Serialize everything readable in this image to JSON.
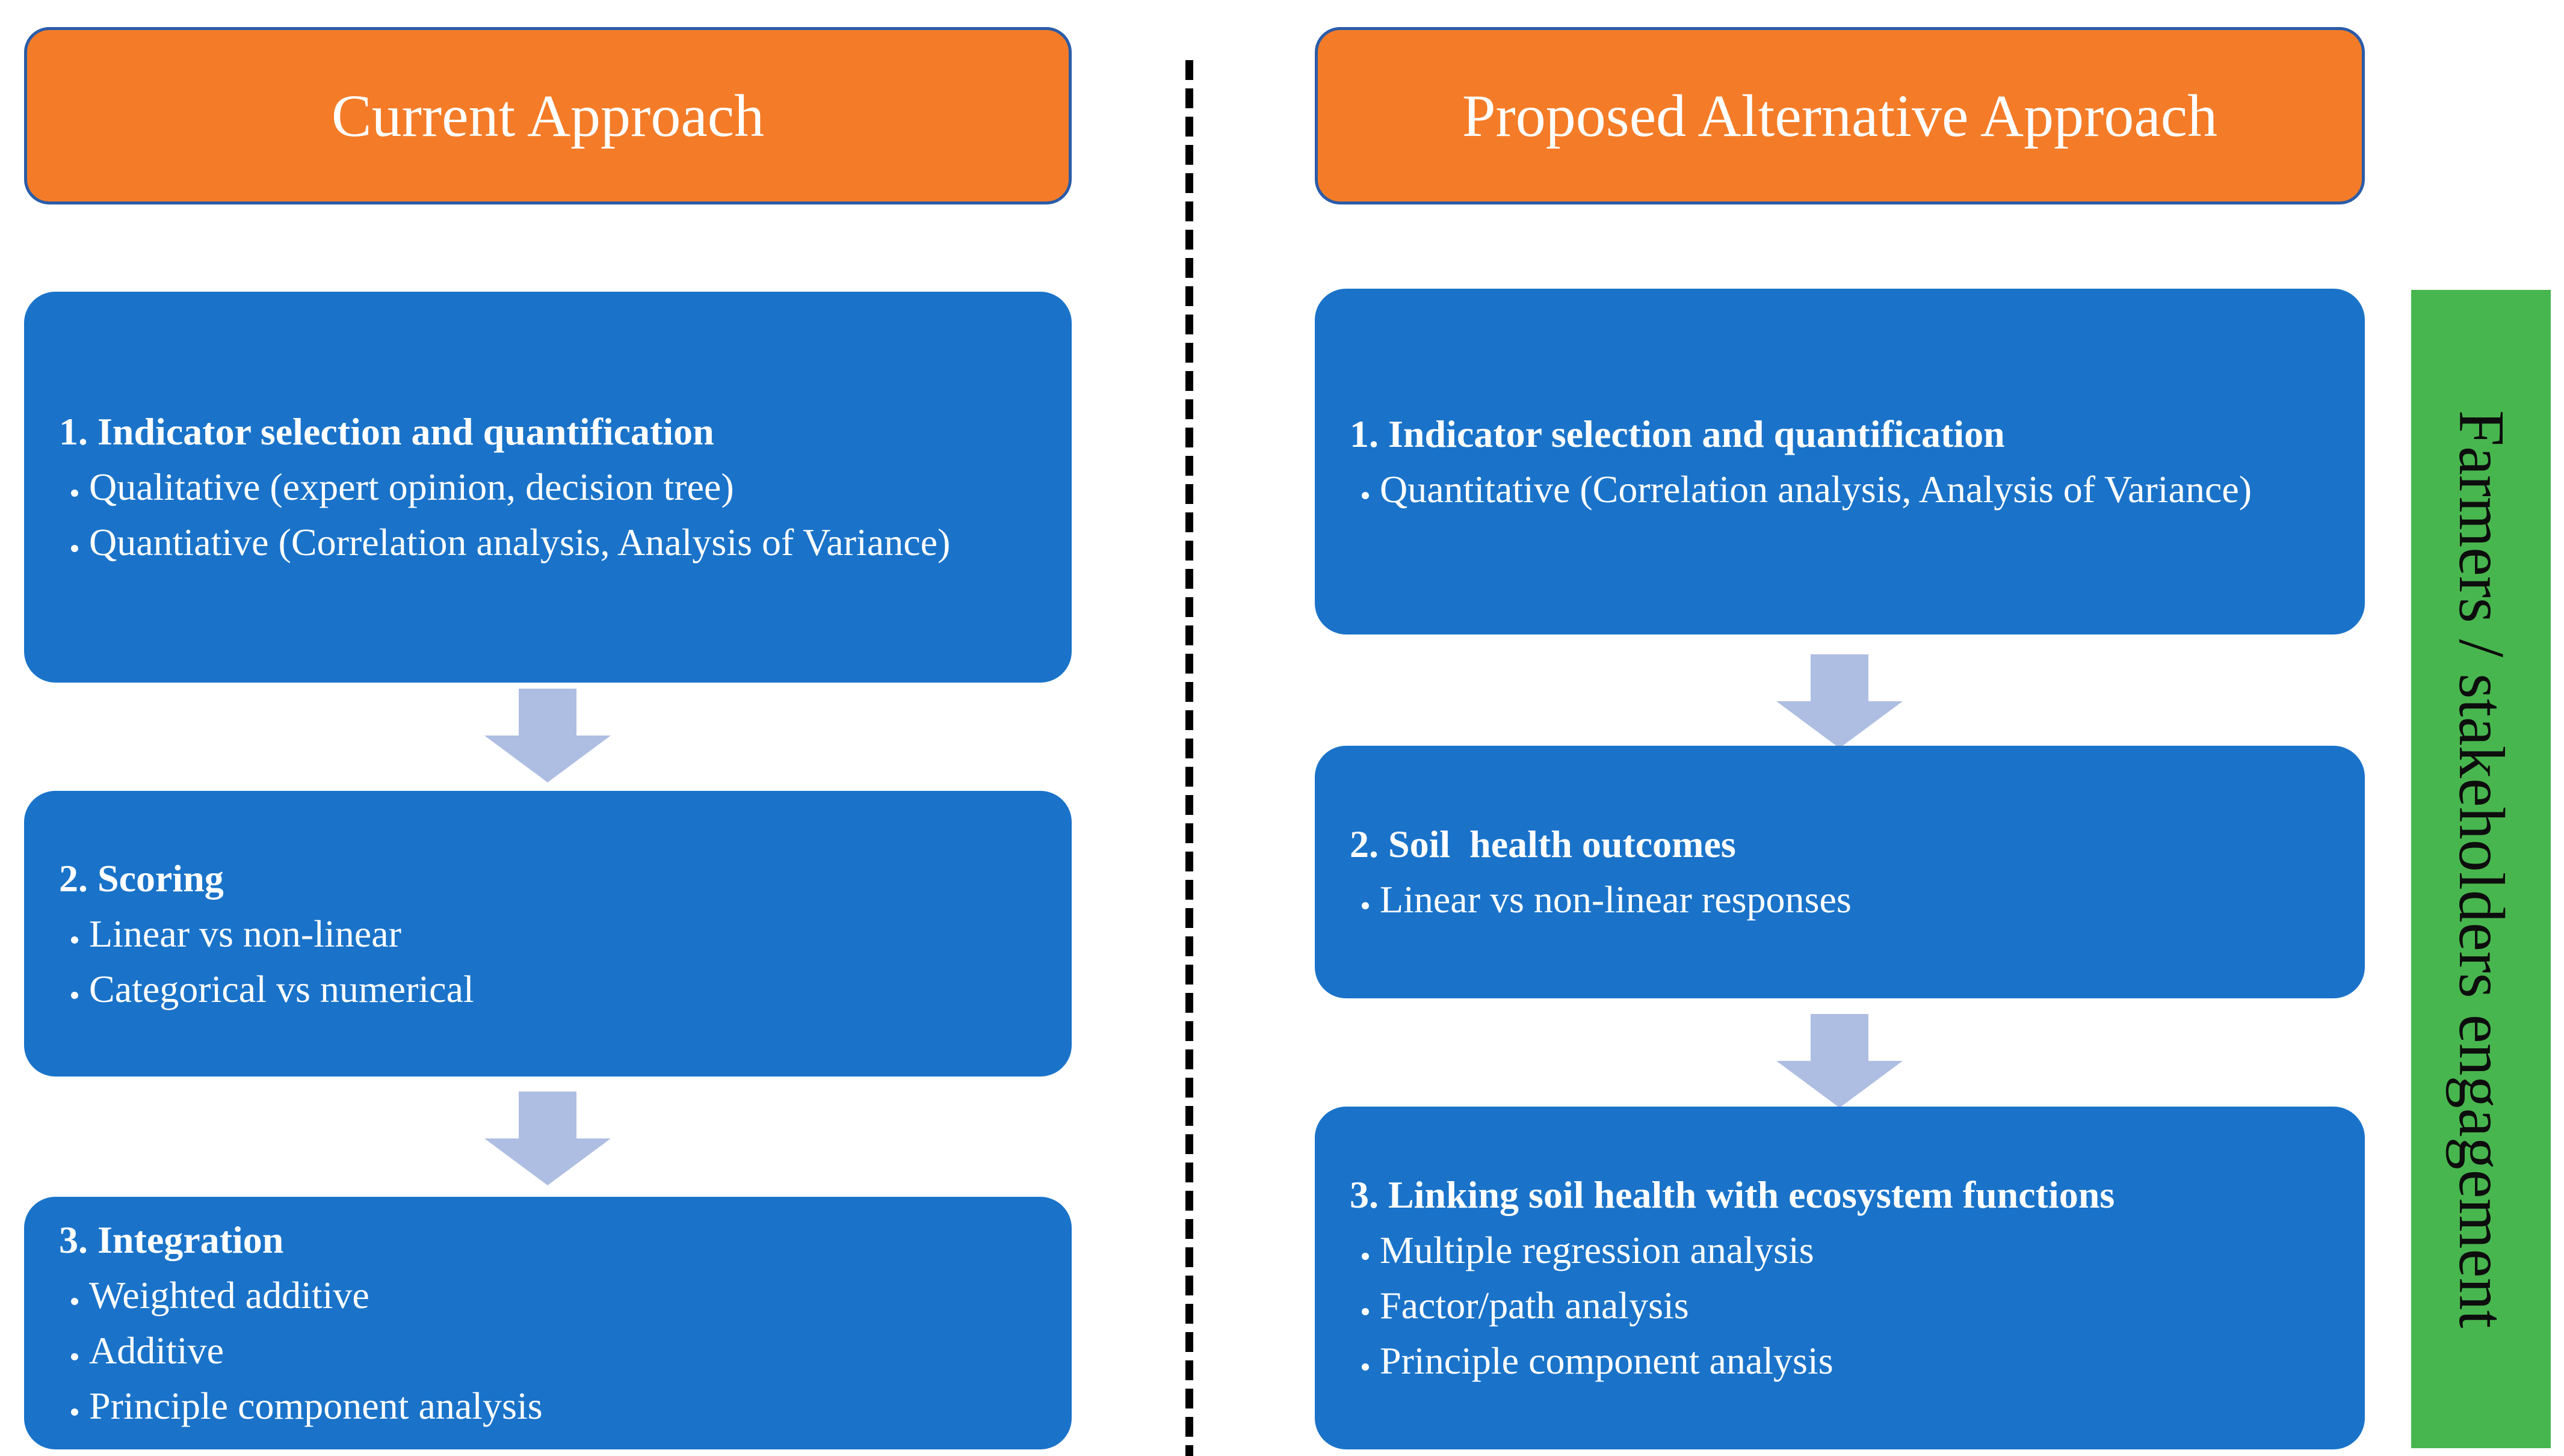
{
  "colors": {
    "header_fill": "#F47C28",
    "header_border": "#2B5CA8",
    "step_fill": "#1A73C9",
    "arrow_fill": "#AEBEE2",
    "sidebar_fill": "#48B64E",
    "divider": "#000000",
    "text_on_boxes": "#FFFFFF",
    "text_on_sidebar": "#0D0D0D"
  },
  "left": {
    "header": {
      "title": "Current Approach"
    },
    "boxes": [
      {
        "title": "1. Indicator selection and quantification",
        "bullets": [
          "Qualitative (expert opinion, decision tree)",
          "Quantiative (Correlation analysis, Analysis of Variance)"
        ]
      },
      {
        "title": "2. Scoring",
        "bullets": [
          "Linear vs non-linear",
          "Categorical vs numerical"
        ]
      },
      {
        "title": "3. Integration",
        "bullets": [
          "Weighted additive",
          "Additive",
          "Principle component analysis"
        ]
      }
    ]
  },
  "right": {
    "header": {
      "title": "Proposed Alternative Approach"
    },
    "boxes": [
      {
        "title": "1. Indicator selection and quantification",
        "bullets": [
          "Quantitative (Correlation analysis, Analysis of Variance)"
        ]
      },
      {
        "title": "2. Soil  health outcomes",
        "bullets": [
          "Linear vs non-linear responses"
        ]
      },
      {
        "title": "3. Linking soil health with ecosystem functions",
        "bullets": [
          "Multiple regression analysis",
          "Factor/path analysis",
          "Principle component analysis"
        ]
      }
    ]
  },
  "sidebar": {
    "label": "Farmers / stakeholders engagement"
  }
}
